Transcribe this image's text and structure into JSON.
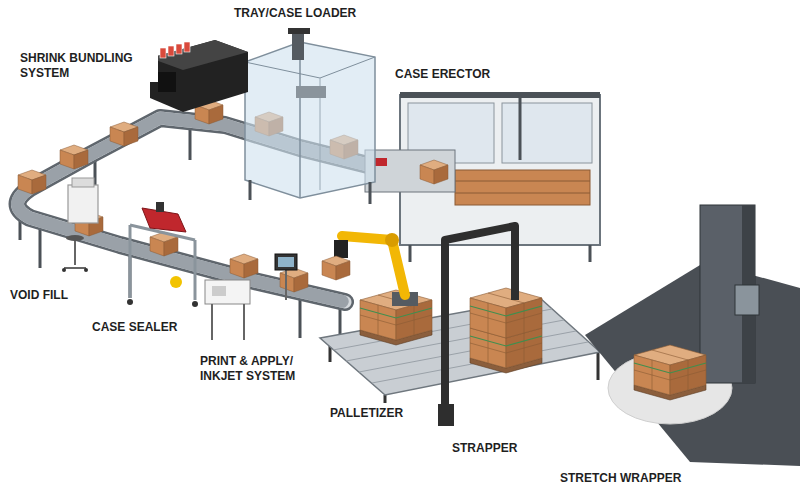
{
  "diagram": {
    "labels": [
      "TRAY/CASE LOADER",
      "SHRINK BUNDLING SYSTEM",
      "CASE ERECTOR",
      "VOID FILL",
      "CASE SEALER",
      "PRINT & APPLY/ INKJET SYSTEM",
      "PALLETIZER",
      "STRAPPER",
      "STRETCH WRAPPER"
    ]
  }
}
